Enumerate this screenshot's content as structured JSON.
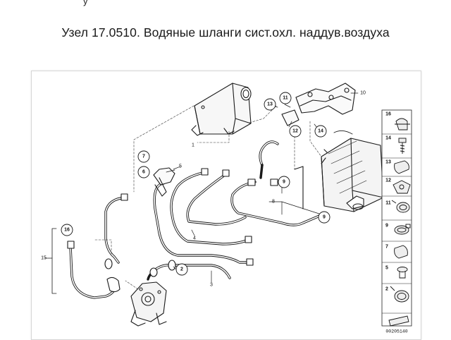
{
  "header": {
    "cut_text": "у",
    "title": "Узел 17.0510. Водяные шланги сист.охл. наддув.воздуха"
  },
  "diagram": {
    "callouts": [
      "1",
      "2",
      "3",
      "4",
      "5",
      "6",
      "7",
      "8",
      "9",
      "10",
      "11",
      "12",
      "13",
      "14",
      "15",
      "16"
    ],
    "legend_numbers": [
      "16",
      "14",
      "13",
      "12",
      "11",
      "9",
      "7",
      "5",
      "2"
    ],
    "catalog_number": "00205140"
  }
}
